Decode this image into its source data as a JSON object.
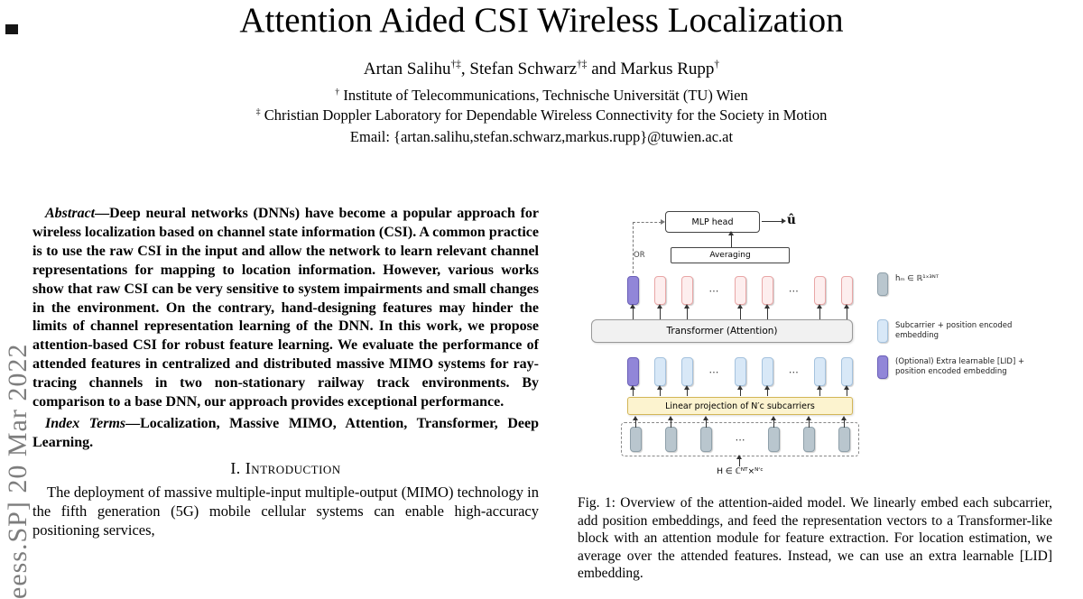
{
  "stamp": {
    "text": "eess.SP] 20 Mar 2022"
  },
  "header": {
    "title": "Attention Aided CSI Wireless Localization",
    "author_parts": [
      {
        "text": "Artan Salihu"
      },
      {
        "sup": "†‡"
      },
      {
        "text": ", Stefan Schwarz"
      },
      {
        "sup": "†‡"
      },
      {
        "text": " and Markus Rupp"
      },
      {
        "sup": "†"
      }
    ],
    "affiliation1_parts": [
      {
        "sup": "†"
      },
      {
        "text": " Institute of Telecommunications, Technische Universität (TU) Wien"
      }
    ],
    "affiliation2_parts": [
      {
        "sup": "‡"
      },
      {
        "text": " Christian Doppler Laboratory for Dependable Wireless Connectivity for the Society in Motion"
      }
    ],
    "email": "Email: {artan.salihu,stefan.schwarz,markus.rupp}@tuwien.ac.at"
  },
  "abstract": {
    "lead": "Abstract",
    "text": "—Deep neural networks (DNNs) have become a popular approach for wireless localization based on channel state information (CSI). A common practice is to use the raw CSI in the input and allow the network to learn relevant channel representations for mapping to location information. However, various works show that raw CSI can be very sensitive to system impairments and small changes in the environment. On the contrary, hand-designing features may hinder the limits of channel representation learning of the DNN. In this work, we propose attention-based CSI for robust feature learning. We evaluate the performance of attended features in centralized and distributed massive MIMO systems for ray-tracing channels in two non-stationary railway track environments. By comparison to a base DNN, our approach provides exceptional performance."
  },
  "index_terms": {
    "lead": "Index Terms",
    "text": "—Localization, Massive MIMO, Attention, Transformer, Deep Learning."
  },
  "introduction": {
    "heading": "I. Introduction",
    "text": "The deployment of massive multiple-input multiple-output (MIMO) technology in the fifth generation (5G) mobile cellular systems can enable high-accuracy positioning services,"
  },
  "figure": {
    "mlp_label": "MLP head",
    "avg_label": "Averaging",
    "or_label": "OR",
    "u_hat": "û",
    "transformer_label": "Transformer (Attention)",
    "linear_label": "Linear projection of N′c subcarriers",
    "h_label": "H ∈ ℂᴺᵀ×ᴺ′ᶜ",
    "rows": {
      "output": [
        "lid",
        "out",
        "out",
        "dots",
        "out",
        "out",
        "dots",
        "out",
        "out"
      ],
      "input": [
        "lid",
        "emb",
        "emb",
        "dots",
        "emb",
        "emb",
        "dots",
        "emb",
        "emb"
      ],
      "raw": [
        "raw",
        "raw",
        "raw",
        "dots",
        "raw",
        "raw",
        "raw"
      ]
    },
    "legend": [
      {
        "swatch": "raw",
        "label": "hₘ ∈ ℝ¹ˣ³ᴺᵀ"
      },
      {
        "swatch": "emb",
        "label": "Subcarrier + position encoded embedding"
      },
      {
        "swatch": "lid",
        "label": "(Optional) Extra learnable [LID] + position encoded embedding"
      }
    ],
    "caption": "Fig. 1: Overview of the attention-aided model. We linearly embed each subcarrier, add position embeddings, and feed the representation vectors to a Transformer-like block with an attention module for feature extraction. For location estimation, we average over the attended features. Instead, we can use an extra learnable [LID] embedding."
  },
  "colors": {
    "lid_token": "#9186d8",
    "embedding_token": "#d8e8f7",
    "output_token": "#fdeeee",
    "raw_token": "#b9c6ce",
    "linear_box": "#fcf3cf"
  }
}
